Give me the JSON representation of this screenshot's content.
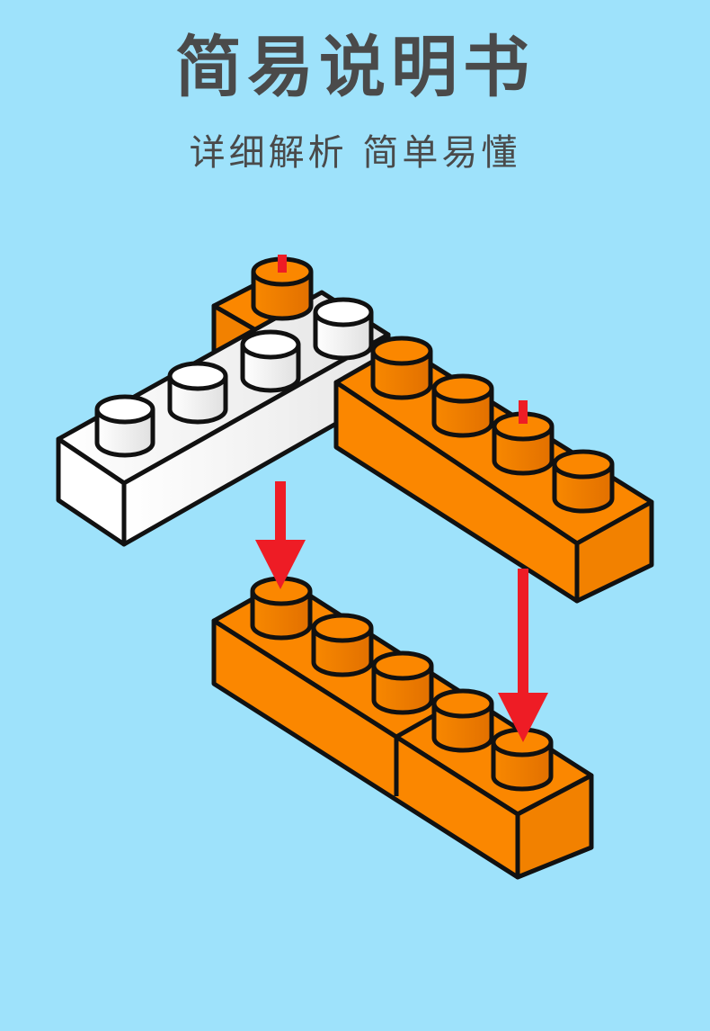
{
  "header": {
    "title": "简易说明书",
    "subtitle": "详细解析 简单易懂"
  },
  "colors": {
    "background": "#9ee2fb",
    "title_text": "#4a4a4a",
    "orange_brick": "#fb8700",
    "white_brick": "#ffffff",
    "arrow": "#ee1c25",
    "outline": "#111111"
  },
  "diagram": {
    "description_items": [
      "white-brick-1x4",
      "orange-brick-1x2",
      "orange-brick-1x4",
      "orange-brick-1x5-base",
      "assembly-arrows"
    ]
  }
}
